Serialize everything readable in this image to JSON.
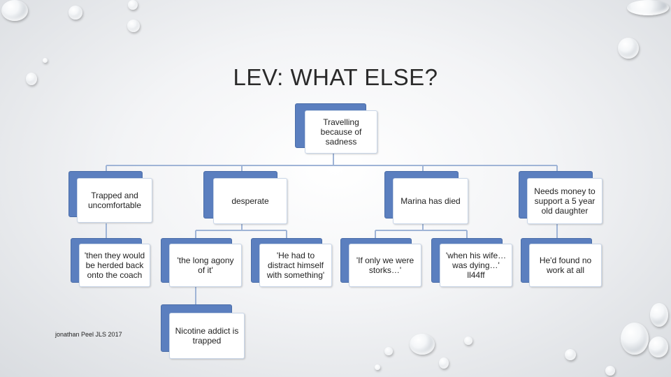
{
  "slide": {
    "title": "LEV: WHAT ELSE?",
    "credit": "jonathan Peel JLS 2017"
  },
  "chart": {
    "root": "Travelling because of sadness",
    "level1": [
      "Trapped and uncomfortable",
      "desperate",
      "Marina has died",
      "Needs money to support a 5 year old daughter"
    ],
    "level2": [
      "'then they would be herded back onto the coach",
      "'the long agony of it'",
      "'He had to distract himself with something'",
      "'If only we were storks…'",
      "'when his wife… was dying…' ll44ff",
      "He'd found no work at all"
    ],
    "level3": [
      "Nicotine addict is trapped"
    ]
  },
  "colors": {
    "accent": "#5b7fbf",
    "connector": "#9fb4d6"
  }
}
